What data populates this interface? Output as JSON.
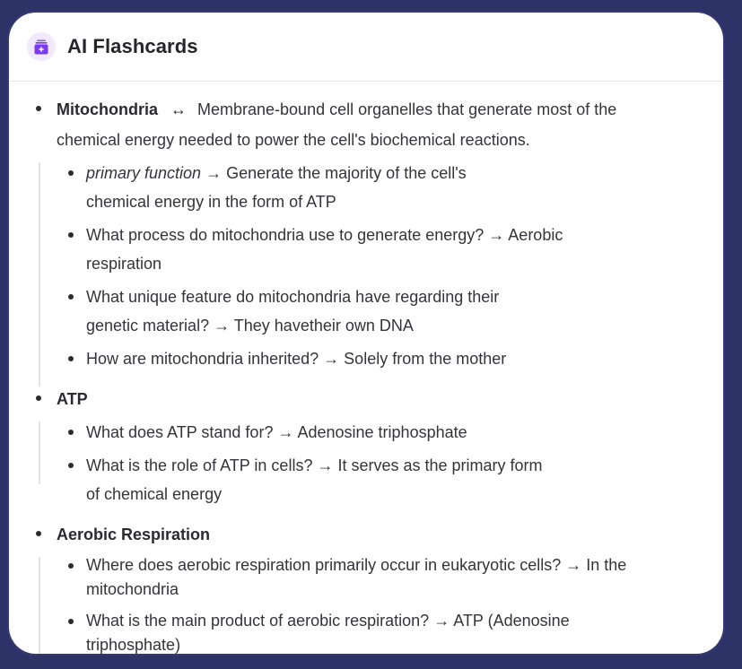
{
  "header": {
    "title": "AI Flashcards",
    "icon": "flashcard-stack-plus-icon",
    "accent_color": "#7c3aed",
    "icon_bg_color": "#f1e9fd"
  },
  "colors": {
    "background": "#2d3366",
    "card": "#ffffff",
    "text": "#34343a",
    "guide_line": "#e4e4e8"
  },
  "topics": [
    {
      "term": "Mitochondria",
      "separator": "↔",
      "definition": "Membrane-bound cell organelles that generate most of the chemical energy needed to power the cell's biochemical reactions.",
      "cards": [
        {
          "question": "primary function",
          "italic": true,
          "arrow": "→",
          "answer": "Generate the majority of the cell's chemical energy in the form of ATP"
        },
        {
          "question": "What process do mitochondria use to generate energy?",
          "arrow": "→",
          "answer": "Aerobic respiration"
        },
        {
          "question": "What unique feature do mitochondria have regarding their genetic material?",
          "arrow": "→",
          "answer": "They havetheir own DNA"
        },
        {
          "question": "How are mitochondria inherited?",
          "arrow": "→",
          "answer": "Solely from the mother"
        }
      ]
    },
    {
      "term": "ATP",
      "cards": [
        {
          "question": "What does ATP stand for?",
          "arrow": "→",
          "answer": "Adenosine triphosphate"
        },
        {
          "question": "What is the role of ATP in cells?",
          "arrow": "→",
          "answer": "It serves as the primary form of chemical energy"
        }
      ]
    },
    {
      "term": "Aerobic Respiration",
      "cards": [
        {
          "question": "Where does aerobic respiration primarily occur in eukaryotic cells?",
          "arrow": "→",
          "answer": "In the mitochondria"
        },
        {
          "question": "What is the main product of aerobic respiration?",
          "arrow": "→",
          "answer": "ATP (Adenosine triphosphate)"
        }
      ]
    }
  ]
}
